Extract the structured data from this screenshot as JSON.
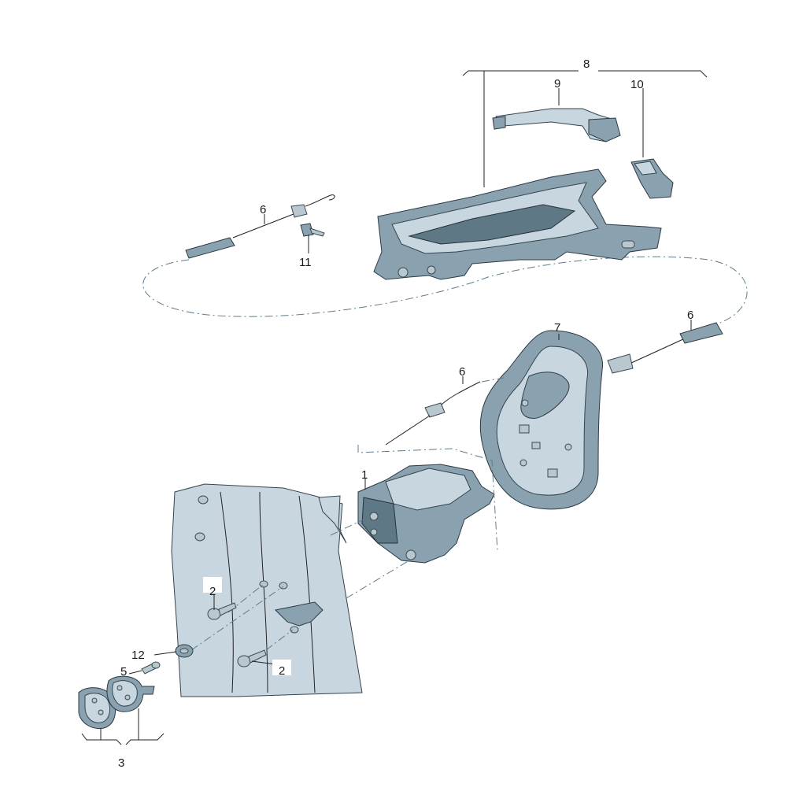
{
  "diagram": {
    "labels": {
      "p1": "1",
      "p2a": "2",
      "p2b": "2",
      "p3": "3",
      "p5": "5",
      "p6a": "6",
      "p6b": "6",
      "p6c": "6",
      "p7": "7",
      "p8": "8",
      "p9": "9",
      "p10": "10",
      "p11": "11",
      "p12": "12"
    }
  }
}
